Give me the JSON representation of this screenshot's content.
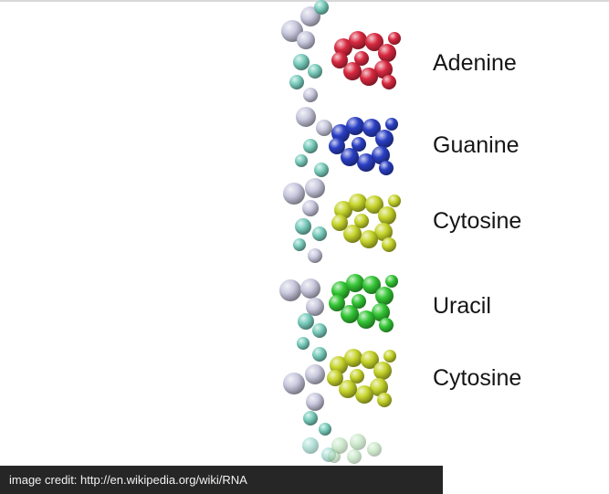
{
  "bases": [
    {
      "name": "Adenine",
      "color": "#d8283f"
    },
    {
      "name": "Guanine",
      "color": "#2a3fc4"
    },
    {
      "name": "Cytosine",
      "color": "#c6d42a"
    },
    {
      "name": "Uracil",
      "color": "#33c634"
    },
    {
      "name": "Cytosine",
      "color": "#c6d42a"
    }
  ],
  "backbone_colors": {
    "sugar": "#c9c9df",
    "phosphate": "#79cdbd"
  },
  "credit": "image credit: http://en.wikipedia.org/wiki/RNA"
}
